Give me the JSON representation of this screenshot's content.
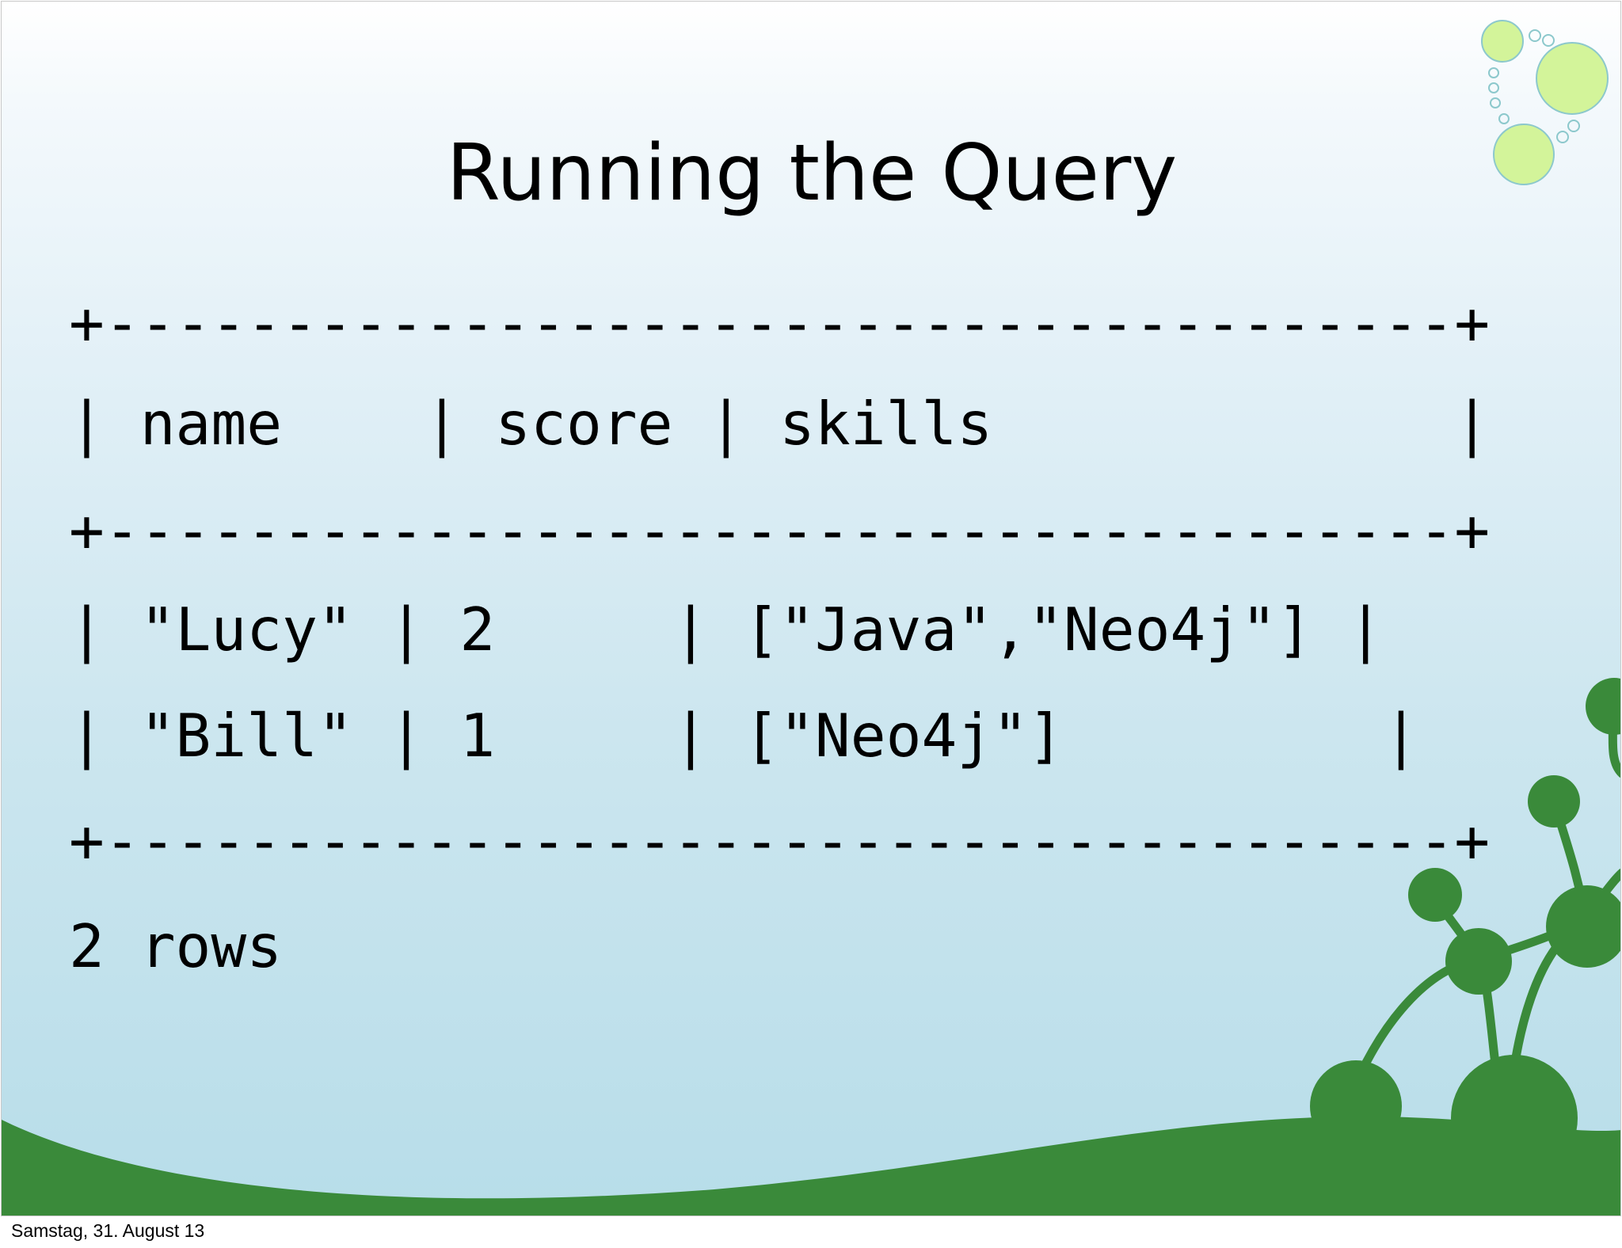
{
  "slide": {
    "title": "Running the Query",
    "result_lines": [
      "+--------------------------------------+",
      "| name    | score | skills             |",
      "+--------------------------------------+",
      "| \"Lucy\" | 2     | [\"Java\",\"Neo4j\"] |",
      "| \"Bill\" | 1     | [\"Neo4j\"]         |",
      "+--------------------------------------+",
      "2 rows"
    ]
  },
  "footer": {
    "date": "Samstag, 31. August 13"
  },
  "theme": {
    "green_dark": "#3a8a3a",
    "green_light": "#d3f49a",
    "bubble_outline": "#8cc8cc"
  },
  "decorations": {
    "top_right": "bubbles-icon",
    "bottom_right": "molecule-plant-icon"
  }
}
